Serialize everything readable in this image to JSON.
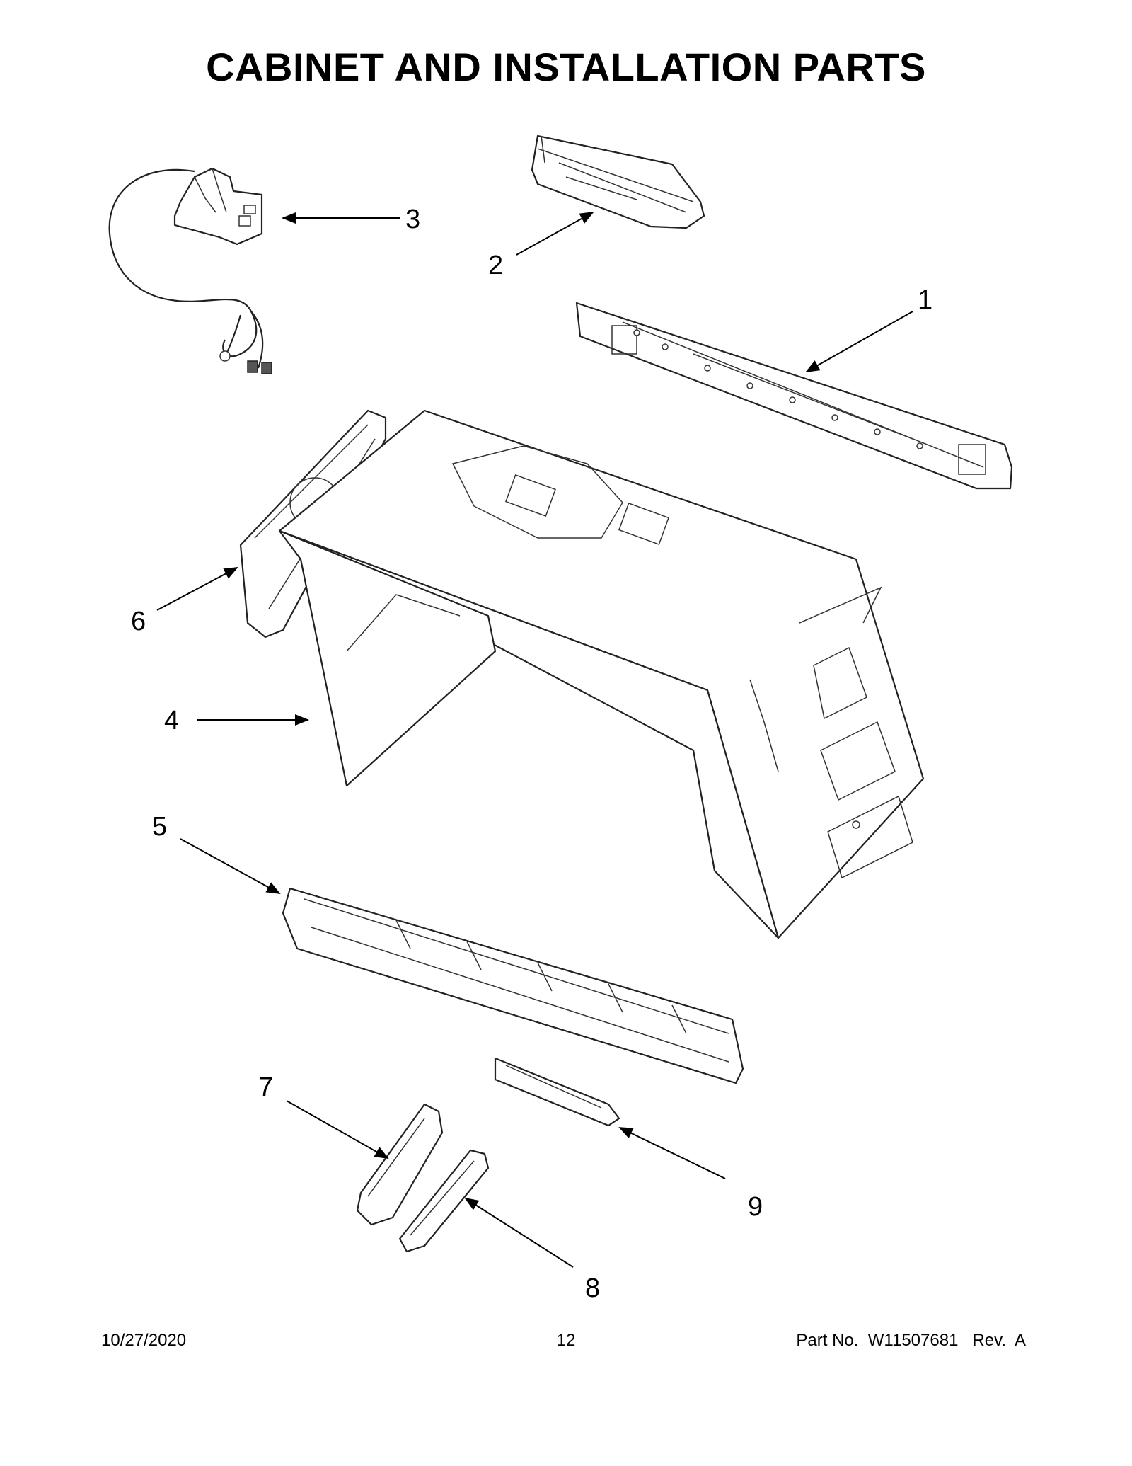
{
  "title": "CABINET AND INSTALLATION PARTS",
  "callouts": [
    "1",
    "2",
    "3",
    "4",
    "5",
    "6",
    "7",
    "8",
    "9"
  ],
  "footer": {
    "date": "10/27/2020",
    "page": "12",
    "part_info": "Part No.  W11507681   Rev.  A"
  }
}
